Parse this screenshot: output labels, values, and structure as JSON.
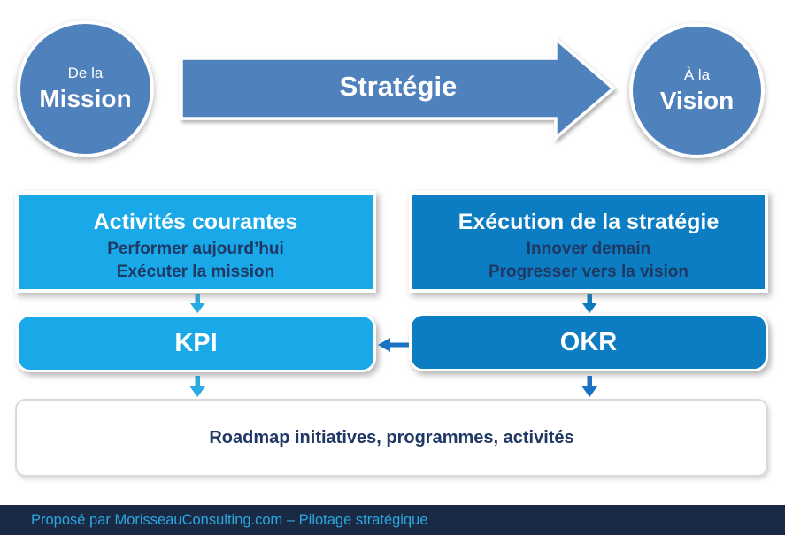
{
  "mission_circle": {
    "line1": "De la",
    "line2": "Mission"
  },
  "strategy_arrow": {
    "label": "Stratégie"
  },
  "vision_circle": {
    "line1": "À la",
    "line2": "Vision"
  },
  "current_activities_box": {
    "title": "Activités courantes",
    "line1": "Performer aujourd’hui",
    "line2": "Exécuter la mission"
  },
  "strategy_execution_box": {
    "title": "Exécution de la stratégie",
    "line1": "Innover demain",
    "line2": "Progresser vers la vision"
  },
  "kpi_box": {
    "label": "KPI"
  },
  "okr_box": {
    "label": "OKR"
  },
  "roadmap_box": {
    "label": "Roadmap initiatives, programmes, activités"
  },
  "footer": {
    "text": "Proposé par MorisseauConsulting.com – Pilotage stratégique"
  },
  "colors": {
    "steel_blue": "#4f81bd",
    "light_blue": "#19a8e8",
    "dark_blue": "#0c7dc2",
    "navy_text": "#1f3864",
    "light_arrow": "#29abe2",
    "dark_arrow": "#1a72c4",
    "footer_background": "#1b2a44",
    "footer_text": "#2ba7e0"
  }
}
